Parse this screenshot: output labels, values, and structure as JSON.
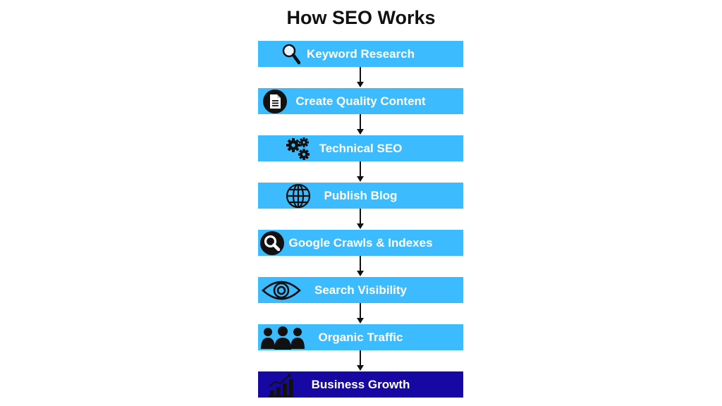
{
  "title": "How SEO Works",
  "colors": {
    "step_fill": "#3dbbff",
    "final_fill": "#1707a3",
    "text": "#ffffff",
    "arrow": "#111111"
  },
  "steps": [
    {
      "label": "Keyword Research",
      "icon": "magnifier-icon"
    },
    {
      "label": "Create Quality Content",
      "icon": "document-icon"
    },
    {
      "label": "Technical SEO",
      "icon": "gears-icon"
    },
    {
      "label": "Publish Blog",
      "icon": "globe-icon"
    },
    {
      "label": "Google Crawls & Indexes",
      "icon": "search-circle-icon"
    },
    {
      "label": "Search Visibility",
      "icon": "eye-icon"
    },
    {
      "label": "Organic Traffic",
      "icon": "people-icon"
    },
    {
      "label": "Business Growth",
      "icon": "growth-chart-icon"
    }
  ]
}
